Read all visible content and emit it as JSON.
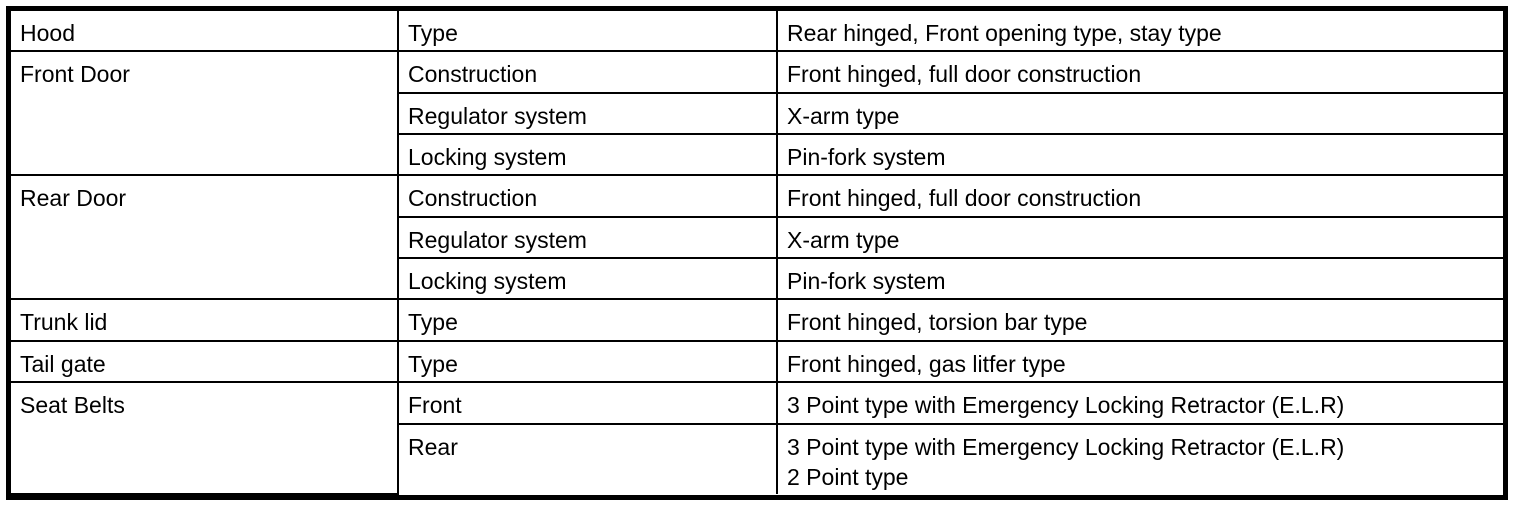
{
  "document": {
    "type": "specification-table",
    "columns": 3,
    "border_color": "#000000",
    "background_color": "#ffffff",
    "text_color": "#000000"
  },
  "table": {
    "rows": [
      {
        "group": "Hood",
        "group_rowspan": 1,
        "item": "Type",
        "spec": "Rear hinged, Front opening type, stay type"
      },
      {
        "group": "Front Door",
        "group_rowspan": 3,
        "item": "Construction",
        "spec": "Front hinged, full door construction"
      },
      {
        "group": null,
        "item": "Regulator system",
        "spec": "X-arm type"
      },
      {
        "group": null,
        "item": "Locking system",
        "spec": "Pin-fork system"
      },
      {
        "group": "Rear Door",
        "group_rowspan": 3,
        "item": "Construction",
        "spec": "Front hinged, full door construction"
      },
      {
        "group": null,
        "item": "Regulator system",
        "spec": "X-arm type"
      },
      {
        "group": null,
        "item": "Locking system",
        "spec": "Pin-fork system"
      },
      {
        "group": "Trunk lid",
        "group_rowspan": 1,
        "item": "Type",
        "spec": "Front hinged, torsion bar type"
      },
      {
        "group": "Tail gate",
        "group_rowspan": 1,
        "item": "Type",
        "spec": "Front hinged, gas litfer type"
      },
      {
        "group": "Seat Belts",
        "group_rowspan": 2,
        "item": "Front",
        "spec": "3 Point type with Emergency Locking Retractor (E.L.R)"
      },
      {
        "group": null,
        "item": "Rear",
        "spec": "3 Point type with Emergency Locking Retractor (E.L.R)\n2 Point type"
      }
    ]
  }
}
